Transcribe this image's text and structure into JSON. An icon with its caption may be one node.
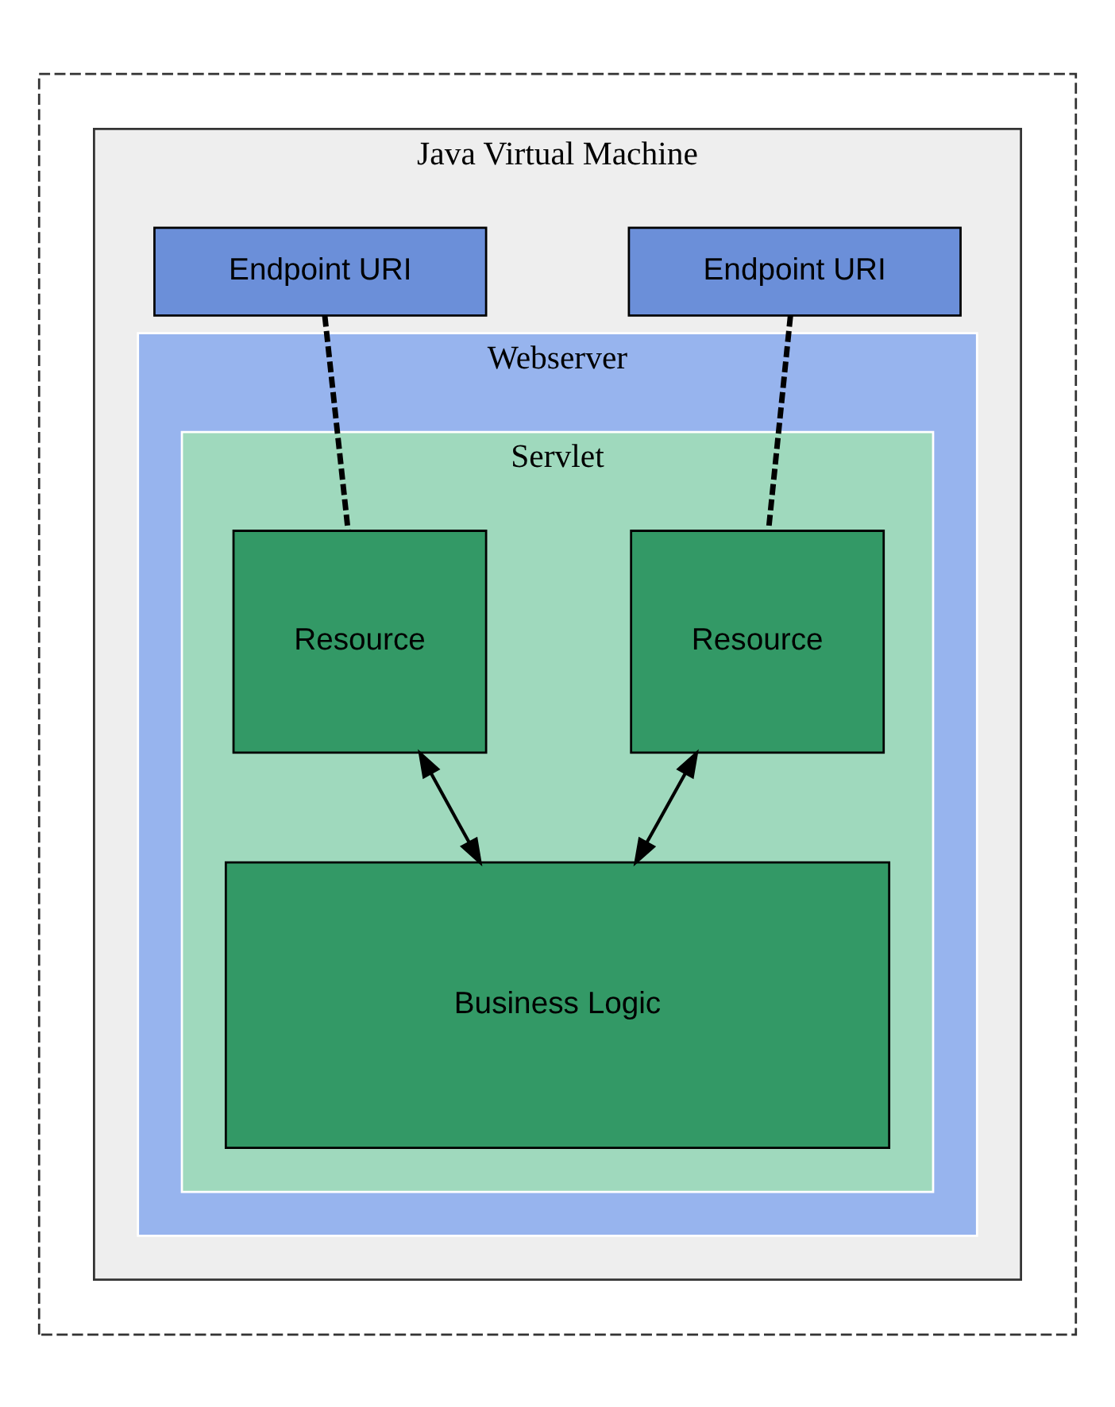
{
  "diagram": {
    "nodes": [
      {
        "text": [],
        "shape": "box"
      },
      {
        "text": [
          "Java Virtual Machine"
        ],
        "in": 0
      },
      {
        "text": [
          "Webserver"
        ],
        "in": 1
      },
      {
        "text": [
          "Endpoint URI"
        ],
        "in": 1
      },
      {
        "text": [
          "Endpoint URI"
        ],
        "in": 1
      },
      {
        "text": [
          "Servlet"
        ],
        "in": 2
      },
      {
        "text": [
          "Resource"
        ],
        "in": 5
      },
      {
        "text": [
          "Resource"
        ],
        "in": 5
      },
      {
        "text": [
          "Business Logic"
        ],
        "in": 5
      }
    ],
    "edges": [
      {
        "from": 3,
        "to": 6,
        "arrow": "none",
        "style": "dashed"
      },
      {
        "from": 4,
        "to": 7,
        "arrow": "none",
        "style": "dashed"
      },
      {
        "from": 6,
        "to": 8,
        "arrow": "both"
      },
      {
        "from": 7,
        "to": 8,
        "arrow": "both"
      }
    ]
  }
}
